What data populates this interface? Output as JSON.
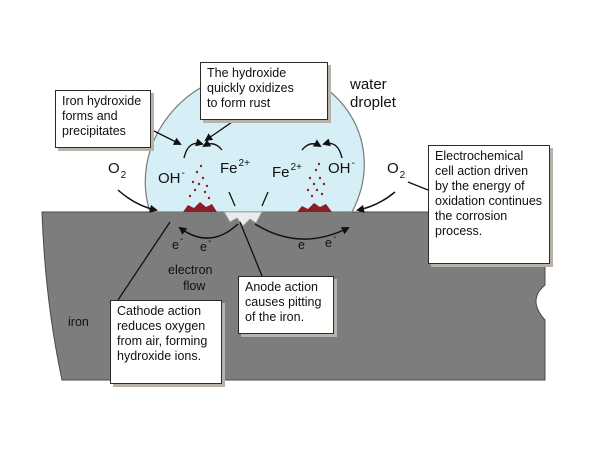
{
  "colors": {
    "iron": "#7d7d7d",
    "iron_edge": "#4a4a4a",
    "water": "#d6eef6",
    "rust": "#8c1e28",
    "box_border": "#2e2a26",
    "box_shadow": "#b9b2aa"
  },
  "boxes": {
    "hydroxide_oxidizes": "The hydroxide\nquickly oxidizes\nto form rust",
    "iron_hydroxide": "Iron hydroxide\nforms and\nprecipitates",
    "electrochemical": "Electrochemical\ncell action driven\nby the energy of\noxidation continues\nthe corrosion\nprocess.",
    "cathode_action": "Cathode action\nreduces oxygen\nfrom air, forming\nhydroxide ions.",
    "anode_action": "Anode action\ncauses pitting\nof the iron."
  },
  "labels": {
    "water_line1": "water",
    "water_line2": "droplet",
    "o2_main": "O",
    "o2_sub": "2",
    "oh": "OH",
    "fe": "Fe",
    "fe_charge": "2+",
    "minus": "-",
    "electron": "e",
    "electron_flow_line1": "electron",
    "electron_flow_line2": "flow",
    "iron": "iron"
  }
}
